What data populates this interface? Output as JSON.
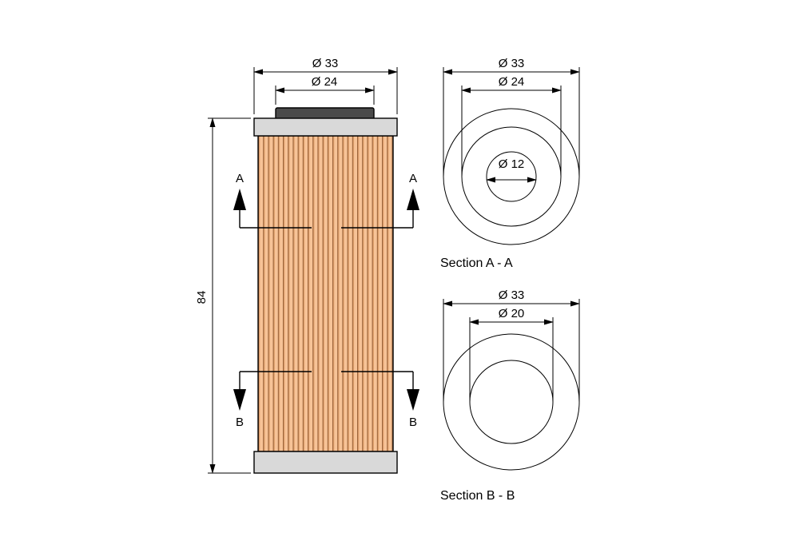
{
  "front": {
    "dim_outer": "Ø 33",
    "dim_inner": "Ø 24",
    "dim_height": "84",
    "cut_a_label": "A",
    "cut_b_label": "B"
  },
  "section_aa": {
    "dim_outer": "Ø 33",
    "dim_ring": "Ø 24",
    "dim_hole": "Ø 12",
    "caption": "Section A - A"
  },
  "section_bb": {
    "dim_outer": "Ø 33",
    "dim_inner": "Ø 20",
    "caption": "Section B - B"
  },
  "colors": {
    "pleat_fill": "#f7c397",
    "pleat_line_mid": "#e2a36e",
    "pleat_line_dark": "#9a6239",
    "end_cap": "#d9d9d9",
    "gasket": "#4a4a4a",
    "ring_dark": "#565656",
    "disc_light": "#dedede",
    "inner_disc": "#ebebeb",
    "hole_fill": "#ffffff",
    "line": "#000000"
  }
}
